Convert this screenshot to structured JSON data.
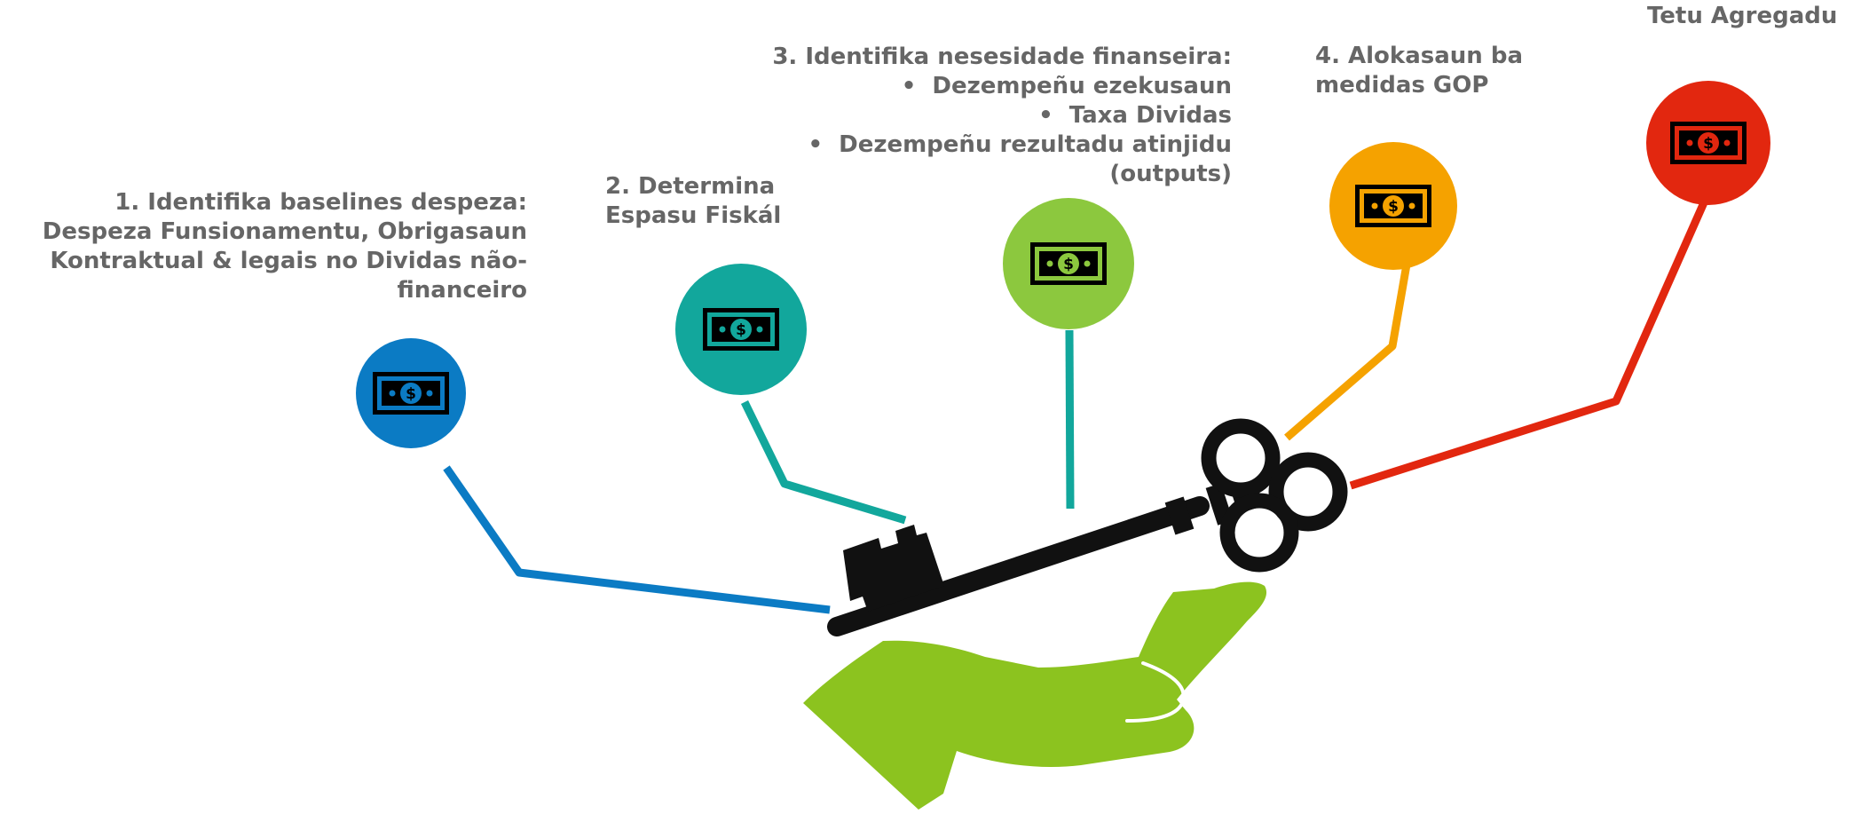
{
  "steps": [
    {
      "name": "step-1",
      "color": "#0b7bc4",
      "icon": "dollar-bill-icon",
      "title": "1. Identifika baselines despeza:",
      "lines": [
        "Despeza Funsionamentu, Obrigasaun",
        "Kontraktual & legais no Dividas não-",
        "financeiro"
      ]
    },
    {
      "name": "step-2",
      "color": "#12a79c",
      "icon": "dollar-bill-icon",
      "title": "2. Determina",
      "lines": [
        "Espasu Fiskál"
      ]
    },
    {
      "name": "step-3",
      "color": "#8cc83e",
      "icon": "dollar-bill-icon",
      "title": "3. Identifika nesesidade finanseira:",
      "bullets": [
        "Dezempeñu ezekusaun",
        "Taxa Dividas",
        "Dezempeñu rezultadu atinjidu"
      ],
      "tail": "(outputs)"
    },
    {
      "name": "step-4",
      "color": "#f5a200",
      "icon": "dollar-bill-icon",
      "title": "4. Alokasaun ba",
      "lines": [
        "medidas GOP"
      ]
    },
    {
      "name": "step-5",
      "color": "#e2270f",
      "icon": "dollar-bill-icon",
      "title": "Tetu Agregadu",
      "lines": []
    }
  ],
  "icon_glyph": "$",
  "illustration": {
    "hand_color": "#8cc31f",
    "key_color": "#111111"
  }
}
